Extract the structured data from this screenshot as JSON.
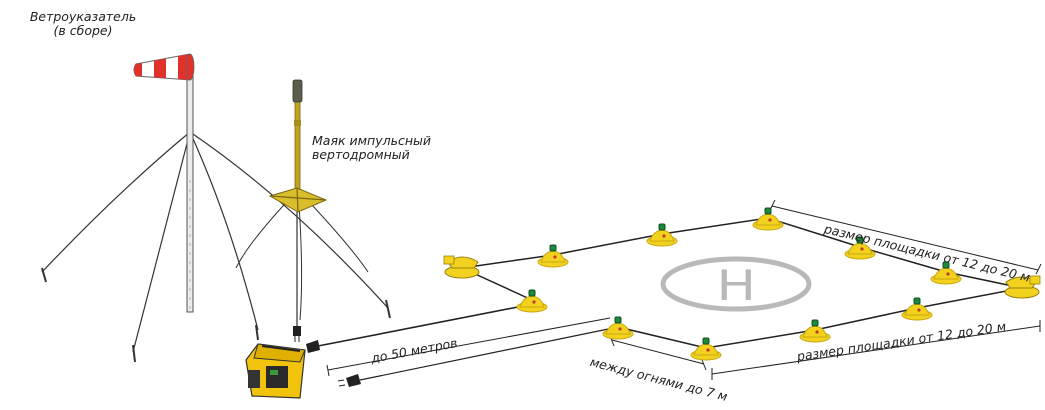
{
  "labels": {
    "windsock_line1": "Ветроуказатель",
    "windsock_line2": "(в сборе)",
    "beacon_line1": "Маяк импульсный",
    "beacon_line2": "вертодромный",
    "pad_size_top": "размер площадки от 12 до 20 м",
    "pad_size_bottom": "размер площадки от 12 до 20 м",
    "cable_length": "до 50 метров",
    "light_spacing": "между огнями до 7 м"
  },
  "helipad": {
    "marking_letter": "H"
  },
  "colors": {
    "light_yellow": "#f2d21e",
    "light_shade": "#c9a90f",
    "light_green": "#1c8a3a",
    "windsock_red": "#e0312b",
    "beacon_olive": "#bfa524",
    "generator_yellow": "#f1c30d",
    "pad_marking_grey": "#b9b9b9"
  }
}
